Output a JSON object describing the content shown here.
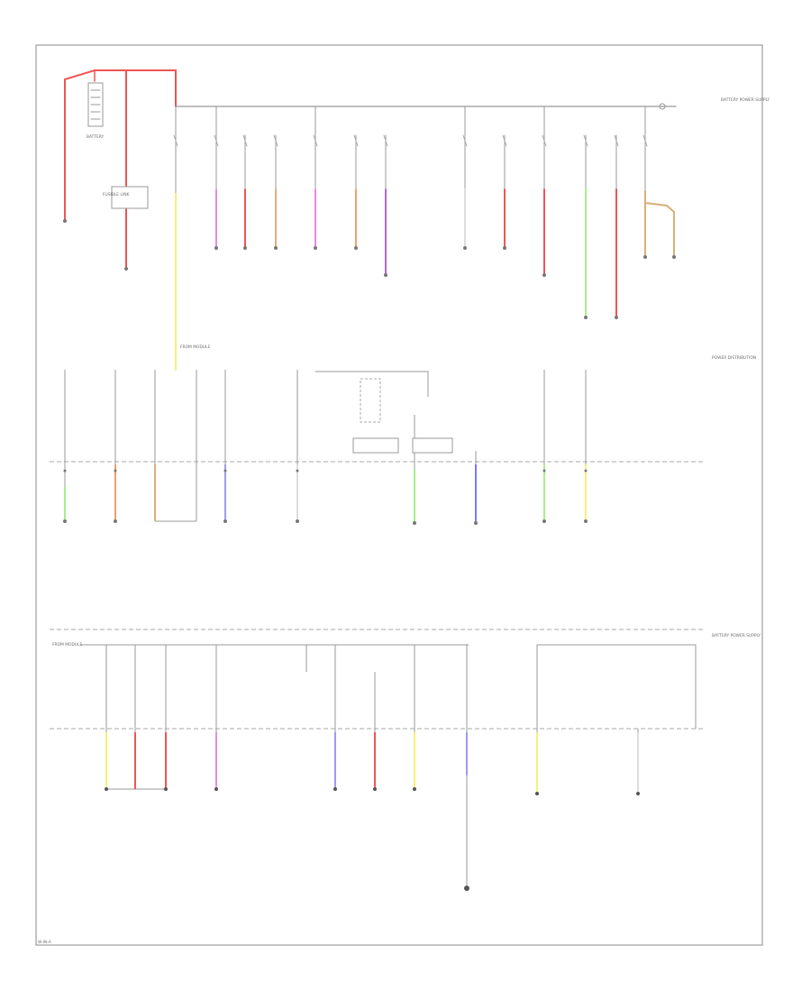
{
  "labels": {
    "battery": "BATTERY",
    "fusible_link": "FUSIBLE LINK",
    "from_module_top": "FROM MODULE",
    "from_module_bottom": "FROM MODULE",
    "top_right_note": "BATTERY POWER SUPPLY",
    "mid_right_note": "POWER DISTRIBUTION",
    "bottom_right_note": "BATTERY POWER SUPPLY",
    "footer_code": "W-IN-A"
  },
  "wire_colors": {
    "red": "#ee5555",
    "pink_magenta": "#e88ae8",
    "tan": "#d8b07a",
    "orange": "#f0a070",
    "purple": "#b06ad0",
    "yellow": "#f2f27a",
    "light_green": "#a8ee8c",
    "blue": "#7a7af4",
    "violet": "#9b9bf2",
    "white": "#dddddd",
    "frame": "#888888"
  }
}
